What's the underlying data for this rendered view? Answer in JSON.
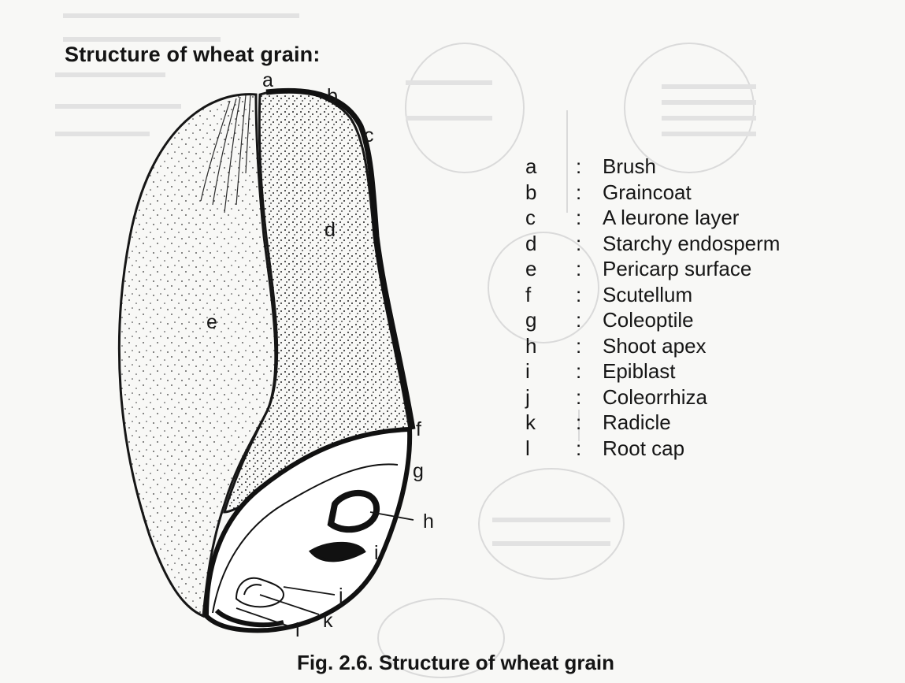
{
  "title": "Structure of wheat grain:",
  "caption": "Fig. 2.6. Structure of wheat grain",
  "separator": ":",
  "legend": [
    {
      "key": "a",
      "label": "Brush"
    },
    {
      "key": "b",
      "label": "Graincoat"
    },
    {
      "key": "c",
      "label": "A leurone layer"
    },
    {
      "key": "d",
      "label": "Starchy endosperm"
    },
    {
      "key": "e",
      "label": "Pericarp surface"
    },
    {
      "key": "f",
      "label": "Scutellum"
    },
    {
      "key": "g",
      "label": "Coleoptile"
    },
    {
      "key": "h",
      "label": "Shoot apex"
    },
    {
      "key": "i",
      "label": "Epiblast"
    },
    {
      "key": "j",
      "label": "Coleorrhiza"
    },
    {
      "key": "k",
      "label": "Radicle"
    },
    {
      "key": "l",
      "label": "Root cap"
    }
  ],
  "callouts": [
    "a",
    "b",
    "c",
    "d",
    "e",
    "f",
    "g",
    "h",
    "i",
    "j",
    "k",
    "l"
  ],
  "colors": {
    "ink": "#161616",
    "paper": "#f8f8f6",
    "ghost": "#d4d4d4"
  }
}
